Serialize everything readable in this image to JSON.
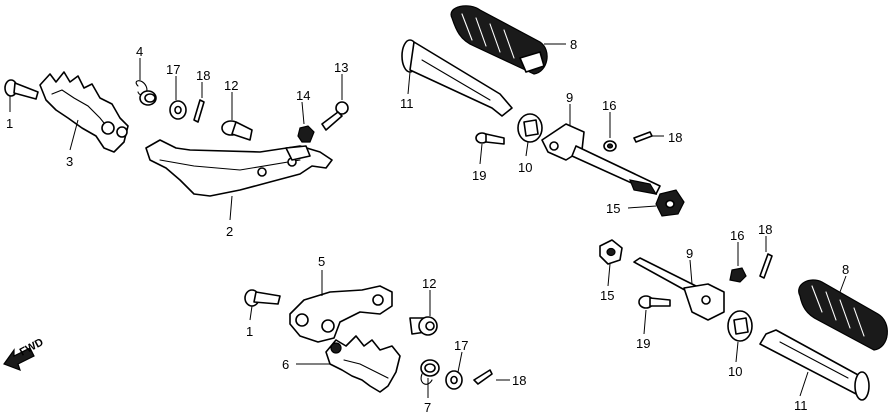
{
  "diagram": {
    "callouts": {
      "c1a": "1",
      "c3": "3",
      "c4": "4",
      "c17a": "17",
      "c18a": "18",
      "c12a": "12",
      "c14": "14",
      "c13": "13",
      "c2": "2",
      "c8a": "8",
      "c11a": "11",
      "c9a": "9",
      "c16a": "16",
      "c10a": "10",
      "c18b": "18",
      "c19a": "19",
      "c15a": "15",
      "c5": "5",
      "c1b": "1",
      "c12b": "12",
      "c6": "6",
      "c17b": "17",
      "c18c": "18",
      "c7": "7",
      "c16b": "16",
      "c18d": "18",
      "c9b": "9",
      "c8b": "8",
      "c15b": "15",
      "c19b": "19",
      "c10b": "10",
      "c11b": "11"
    },
    "fwd_label": "FWD"
  }
}
